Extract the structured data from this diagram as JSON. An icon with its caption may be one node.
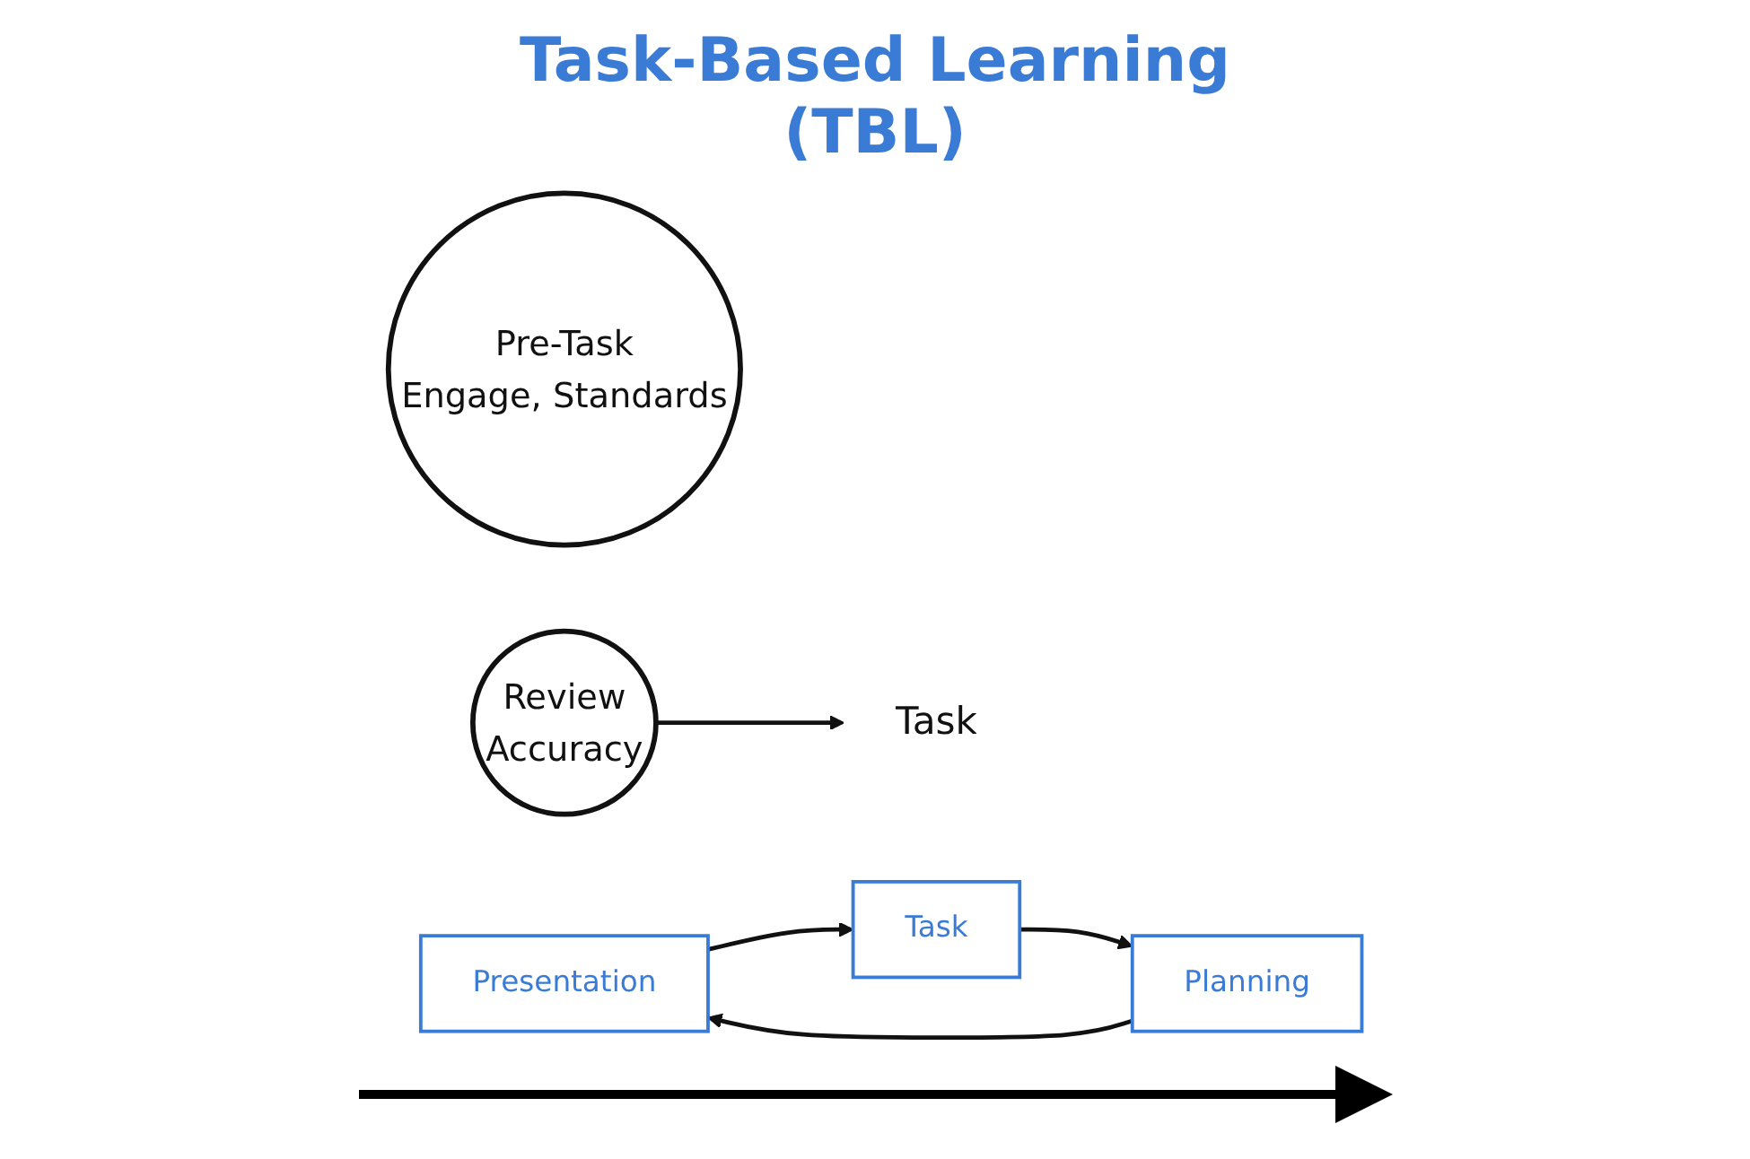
{
  "diagram": {
    "title": "Task-Based Learning (TBL)",
    "nodes": [
      {
        "text": [
          "Pre-Task",
          "Engage, Standards"
        ]
      },
      {
        "text": [
          "Presentation"
        ]
      },
      {
        "text": [
          "Task"
        ]
      },
      {
        "text": [
          "Task"
        ]
      },
      {
        "text": [
          "Planning"
        ]
      },
      {
        "text": [
          "Review",
          "Accuracy"
        ]
      }
    ],
    "edges": [
      {
        "from": 1,
        "to": 3,
        "arrow": "to"
      },
      {
        "from": 3,
        "to": 4,
        "arrow": "to"
      },
      {
        "from": 4,
        "to": 1,
        "arrow": "to"
      },
      {
        "from": 5,
        "to": 2,
        "arrow": "to"
      }
    ]
  }
}
